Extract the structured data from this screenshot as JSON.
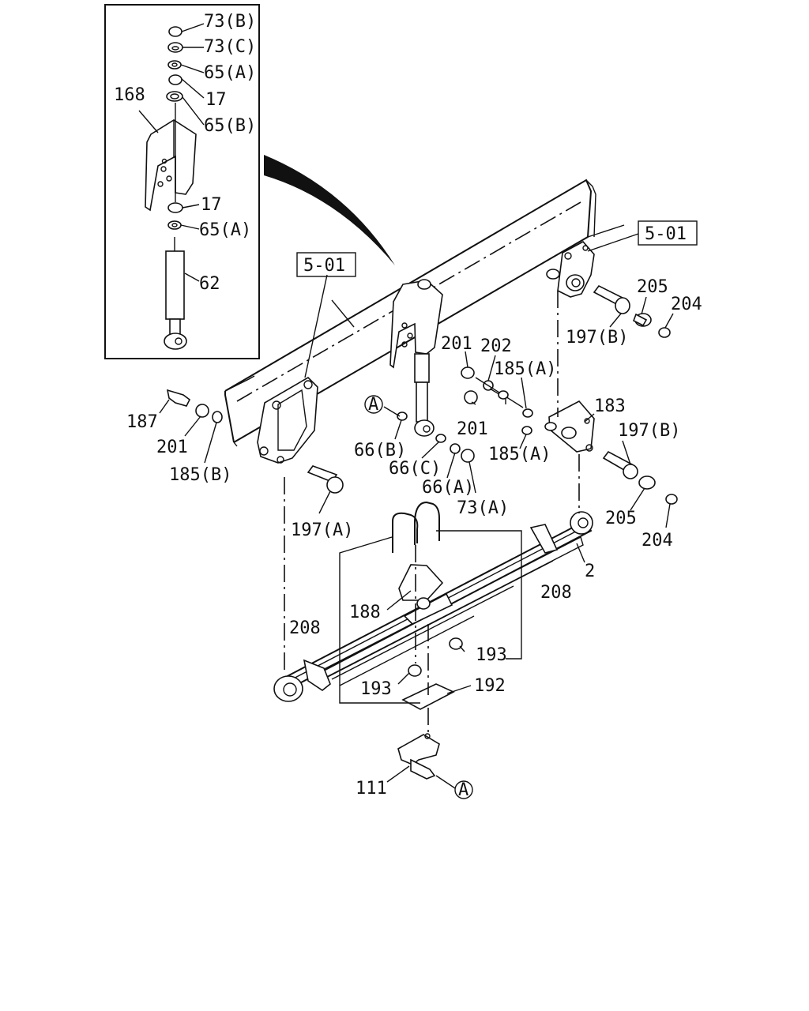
{
  "labels": {
    "l73b": "73(B)",
    "l73c": "73(C)",
    "l65a_top": "65(A)",
    "l17_top": "17",
    "l168": "168",
    "l65b_top": "65(B)",
    "l17_mid": "17",
    "l65a_mid": "65(A)",
    "l62": "62",
    "ref_left": "5-01",
    "ref_right": "5-01",
    "l205_top": "205",
    "l204_top": "204",
    "l197b_top": "197(B)",
    "l201_top": "201",
    "l202": "202",
    "l185a_top": "185(A)",
    "l183": "183",
    "l197b_right": "197(B)",
    "l201_mid": "201",
    "l185a_mid": "185(A)",
    "l205_bot": "205",
    "l204_bot": "204",
    "l187": "187",
    "l201_left": "201",
    "l185b": "185(B)",
    "circleA_top": "A",
    "l66b": "66(B)",
    "l66c": "66(C)",
    "l66a": "66(A)",
    "l73a": "73(A)",
    "l197a": "197(A)",
    "l2": "2",
    "l208_right": "208",
    "l208_left": "208",
    "l188": "188",
    "l193_right": "193",
    "l193_left": "193",
    "l192": "192",
    "l111": "111",
    "circleA_bot": "A"
  }
}
